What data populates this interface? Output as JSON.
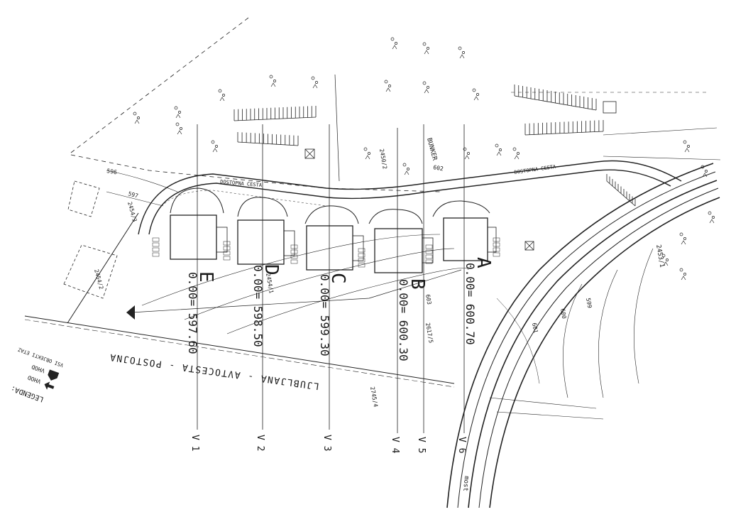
{
  "sheet": {
    "road_label": "LJUBLJANA - AVTOCESTA - POSTOJNA",
    "bunker_label": "BUNKER",
    "most_label": "most",
    "access_road_label": "DOSTOPNA CESTA",
    "parcel_labels": [
      "2454/1",
      "2454/2",
      "2454/3",
      "2450/2",
      "2745/4",
      "2453/1",
      "2617/5"
    ]
  },
  "legend": {
    "title": "LEGENDA:",
    "items": [
      "VHOD",
      "VHOD",
      "VSI OBJEKTI ETAZ"
    ]
  },
  "buildings": [
    {
      "letter": "E",
      "level": "0.00= 597.60"
    },
    {
      "letter": "D",
      "level": "0.00= 598.50"
    },
    {
      "letter": "C",
      "level": "0.00= 599.30"
    },
    {
      "letter": "B",
      "level": "0.00= 600.30"
    },
    {
      "letter": "A",
      "level": "0.00= 600.70"
    }
  ],
  "sections": [
    "V 1",
    "V 2",
    "V 3",
    "V 4",
    "V 5",
    "V 6"
  ],
  "contours": [
    "596",
    "597",
    "599",
    "601",
    "602",
    "603",
    "600"
  ]
}
